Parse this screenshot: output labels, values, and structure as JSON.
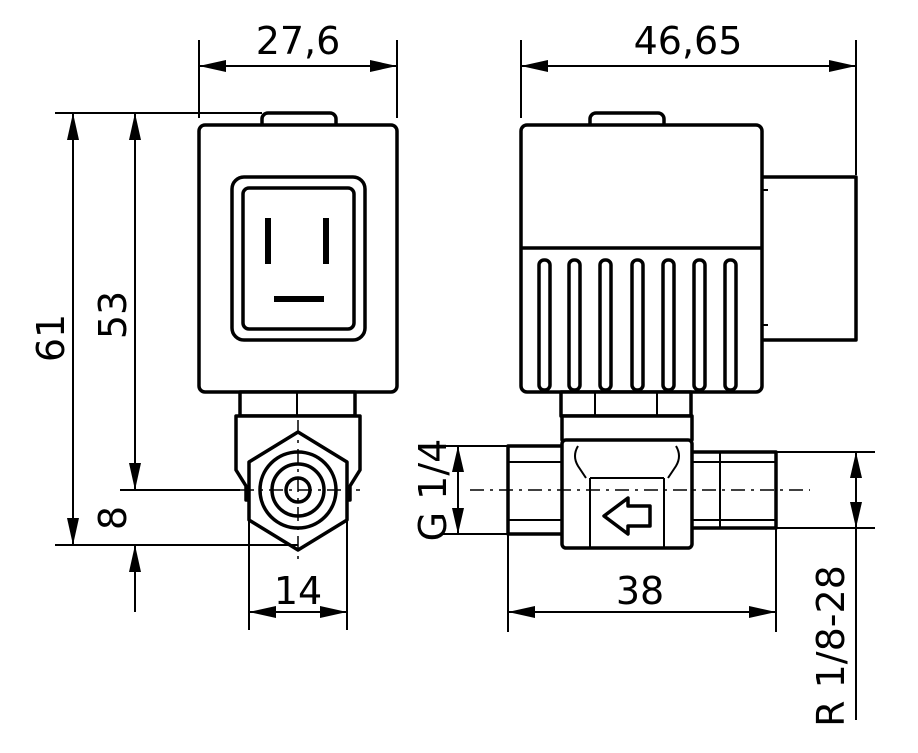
{
  "dimensions": {
    "front_width": "27,6",
    "side_width": "46,65",
    "total_height": "61",
    "coil_height": "53",
    "axis_height": "8",
    "hex_width": "14",
    "body_length": "38",
    "port_thread": "G 1/4",
    "outlet_thread": "R 1/8-28"
  }
}
